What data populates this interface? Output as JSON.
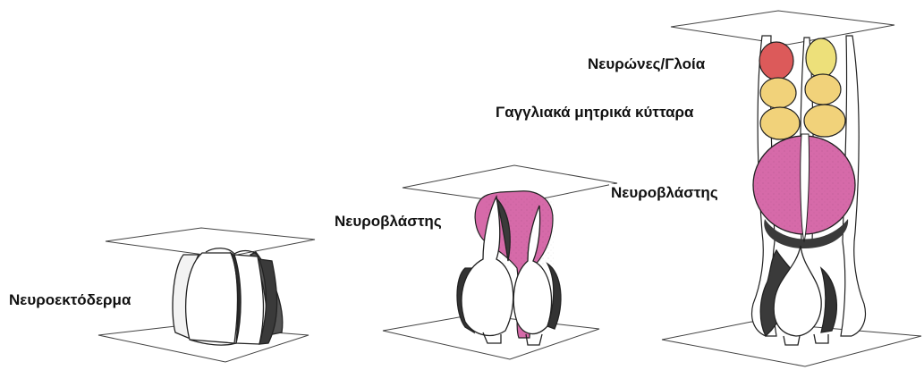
{
  "labels": {
    "neuroectoderm": "Νευροεκτόδερμα",
    "neuroblast_stage2": "Νευροβλάστης",
    "neurons_glia": "Νευρώνες/Γλοία",
    "ganglion_mother_cells": "Γαγγλιακά μητρικά κύτταρα",
    "neuroblast_stage3": "Νευροβλάστης"
  },
  "colors": {
    "neuroblast": "#d66aa9",
    "gmc": "#f1d27a",
    "neuron": "#dc5a5a",
    "neuron_yellow": "#ede07a",
    "cell_fill": "#ffffff",
    "outline": "#222222",
    "shadow": "#3a3a3a"
  }
}
